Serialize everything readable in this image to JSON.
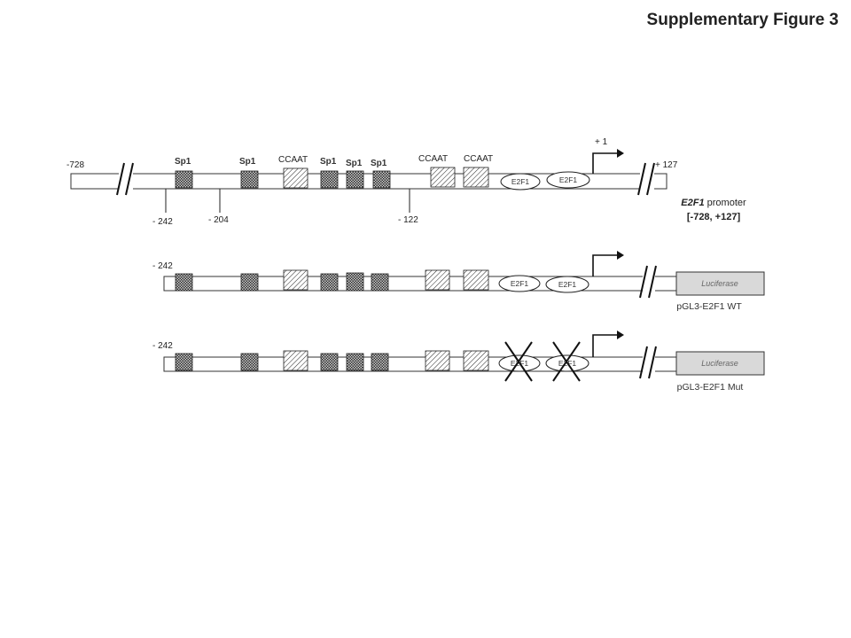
{
  "title": "Supplementary Figure 3",
  "promoter": {
    "start_label": "-728",
    "end_label": "+ 127",
    "tss_label": "+ 1",
    "caption_gene": "E2F1",
    "caption_word": "promoter",
    "caption_range": "[-728, +127]",
    "positions": [
      "- 242",
      "- 204",
      "- 122"
    ],
    "sp1_labels": [
      "Sp1",
      "Sp1",
      "Sp1",
      "Sp1",
      "Sp1"
    ],
    "ccaat_labels": [
      "CCAAT",
      "CCAAT",
      "CCAAT"
    ],
    "e2f1_labels": [
      "E2F1",
      "E2F1"
    ]
  },
  "construct_wt": {
    "start_label": "- 242",
    "reporter": "Luciferase",
    "name": "pGL3-E2F1 WT",
    "e2f1_labels": [
      "E2F1",
      "E2F1"
    ]
  },
  "construct_mut": {
    "start_label": "- 242",
    "reporter": "Luciferase",
    "name": "pGL3-E2F1 Mut",
    "e2f1_labels": [
      "E2F1",
      "E2F1"
    ]
  }
}
